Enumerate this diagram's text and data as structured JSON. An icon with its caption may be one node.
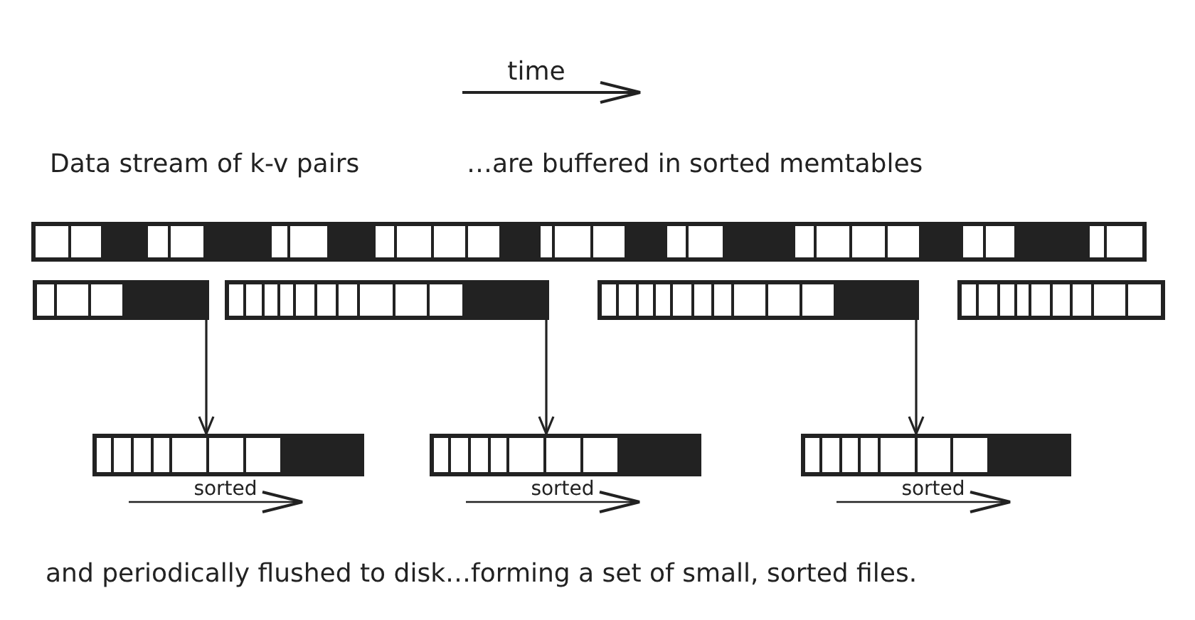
{
  "diagram": {
    "nodes": [
      {
        "text": [],
        "shape": "bar"
      },
      {
        "text": [],
        "shape": "bar"
      },
      {
        "text": [],
        "shape": "bar"
      },
      {
        "text": [],
        "shape": "bar"
      },
      {
        "text": [],
        "shape": "bar"
      },
      {
        "text": [],
        "shape": "bar",
        "beside": [
          "sorted"
        ]
      },
      {
        "text": [],
        "shape": "bar",
        "beside": [
          "sorted"
        ]
      },
      {
        "text": [],
        "shape": "bar",
        "beside": [
          "sorted"
        ]
      }
    ],
    "edges": [
      {
        "from": 1,
        "to": 5,
        "arrow": "to"
      },
      {
        "from": 2,
        "to": 6,
        "arrow": "to"
      },
      {
        "from": 3,
        "to": 7,
        "arrow": "to"
      }
    ],
    "labels": [
      "time",
      "Data stream of k-v pairs",
      "…are buffered in sorted memtables",
      "and periodically flushed to disk…forming a set of small, sorted files."
    ]
  }
}
